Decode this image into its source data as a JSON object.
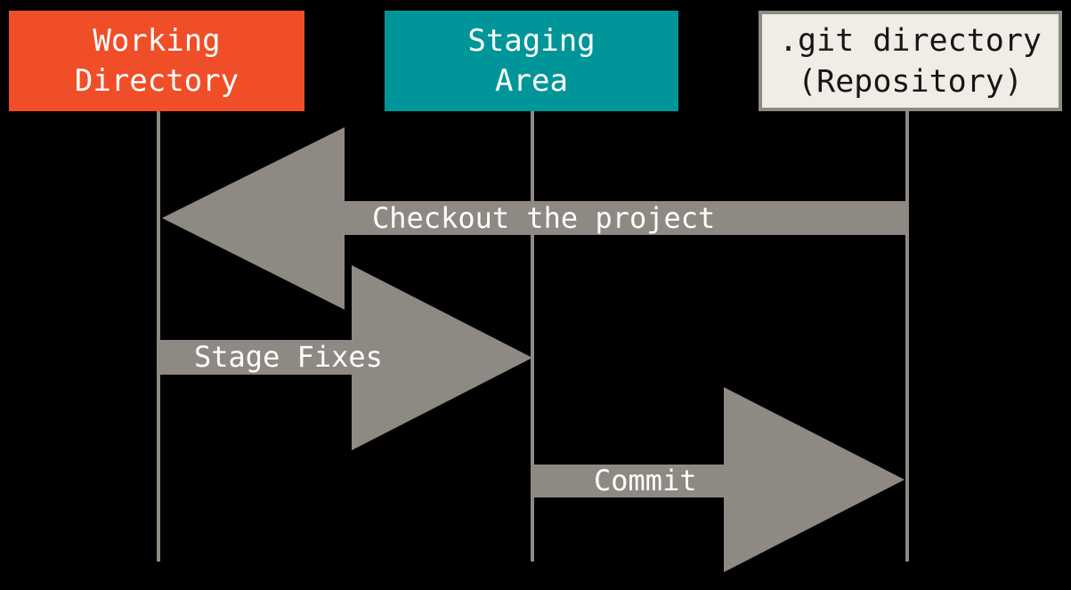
{
  "diagram": {
    "kind": "git-areas-sequence-diagram",
    "columns": [
      {
        "id": "working",
        "label_lines": [
          "Working",
          "Directory"
        ]
      },
      {
        "id": "staging",
        "label_lines": [
          "Staging",
          "Area"
        ]
      },
      {
        "id": "git",
        "label_lines": [
          ".git directory",
          "(Repository)"
        ]
      }
    ],
    "arrows": [
      {
        "id": "checkout",
        "label": "Checkout the project",
        "direction": "left",
        "from": "git",
        "to": "working"
      },
      {
        "id": "stage",
        "label": "Stage Fixes",
        "direction": "right",
        "from": "working",
        "to": "staging"
      },
      {
        "id": "commit",
        "label": "Commit",
        "direction": "right",
        "from": "staging",
        "to": "git"
      }
    ]
  },
  "theme": {
    "background": "#000000",
    "arrow_color": "#8F8983",
    "line_color": "#8F8983",
    "label_text_color": "#FFFFFF",
    "working_box_bg": "#F04E28",
    "staging_box_bg": "#009699",
    "git_box_bg": "#EFEDE6",
    "git_box_border": "#8F8983",
    "git_box_text": "#161616"
  }
}
